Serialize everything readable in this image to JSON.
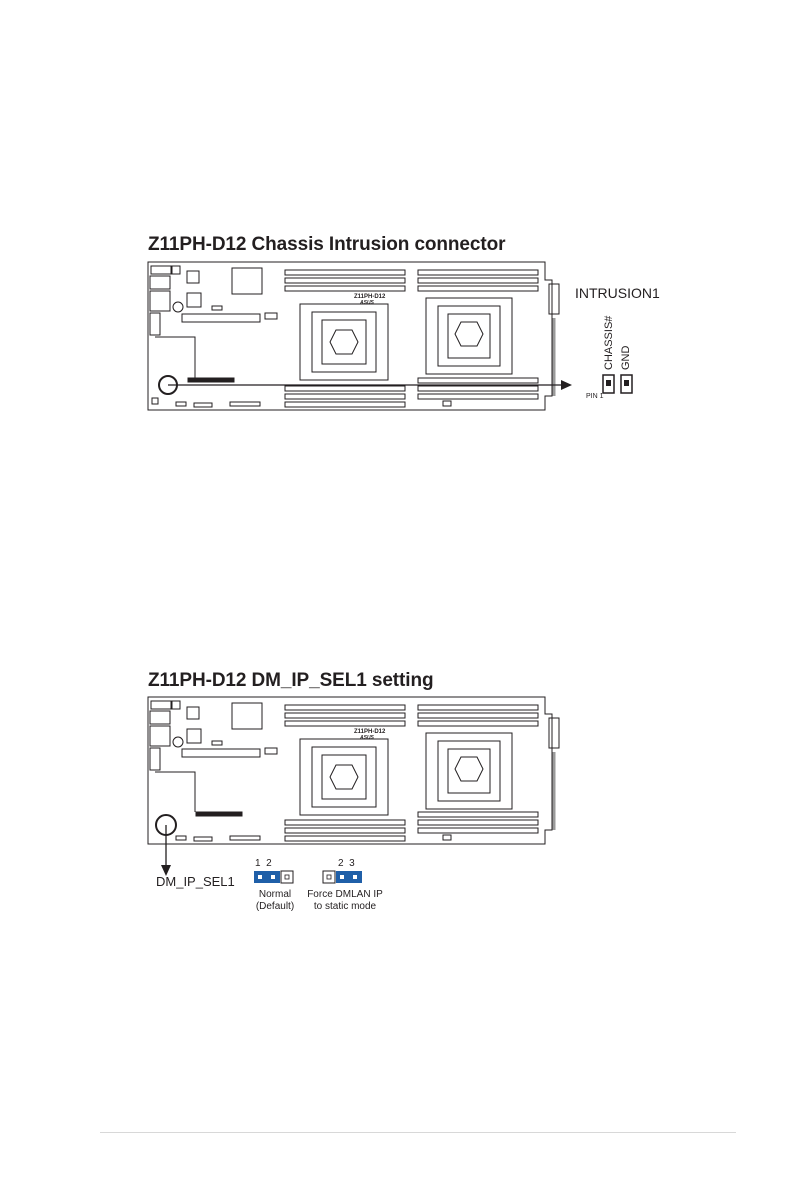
{
  "figure1": {
    "title": "Z11PH-D12 Chassis Intrusion connector",
    "board_model": "Z11PH-D12",
    "board_brand": "ASUS",
    "connector_name": "INTRUSION1",
    "pins": [
      "CHASSIS#",
      "GND"
    ],
    "pin1_label": "PIN 1"
  },
  "figure2": {
    "title": "Z11PH-D12 DM_IP_SEL1 setting",
    "board_model": "Z11PH-D12",
    "board_brand": "ASUS",
    "jumper_name": "DM_IP_SEL1",
    "options": [
      {
        "pins": "1  2",
        "caption_line1": "Normal",
        "caption_line2": "(Default)"
      },
      {
        "pins": "2  3",
        "caption_line1": "Force DMLAN IP",
        "caption_line2": "to static mode"
      }
    ]
  },
  "colors": {
    "jumper_cap": "#1f5fa8",
    "ink": "#231f20"
  }
}
